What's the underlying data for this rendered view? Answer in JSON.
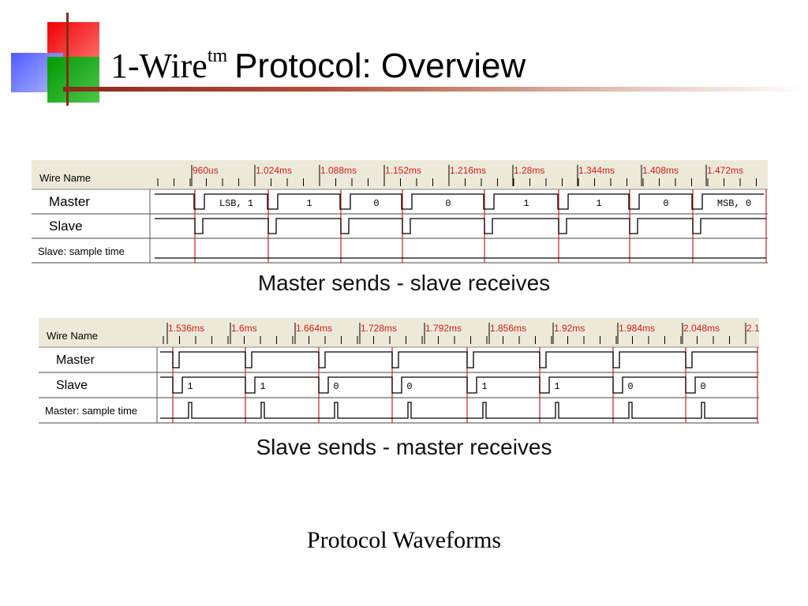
{
  "slide": {
    "title_prefix": "1-Wire",
    "title_sup": "tm",
    "title_rest": "Protocol: Overview",
    "bottom_caption": "Protocol Waveforms"
  },
  "colors": {
    "marker": "#cc2020",
    "trace": "#000000",
    "tick": "#cc2020",
    "header_bg": "#ece9d8"
  },
  "panels": [
    {
      "caption": "Master sends - slave receives",
      "header_label": "Wire Name",
      "time_labels": [
        "960us",
        "1.024ms",
        "1.088ms",
        "1.152ms",
        "1.216ms",
        "1.28ms",
        "1.344ms",
        "1.408ms",
        "1.472ms"
      ],
      "signals": [
        {
          "name": "Master",
          "data_labels": [
            "LSB, 1",
            "1",
            "0",
            "0",
            "1",
            "1",
            "0",
            "MSB, 0"
          ]
        },
        {
          "name": "Slave",
          "data_labels": []
        },
        {
          "name": "Slave: sample time",
          "data_labels": []
        }
      ]
    },
    {
      "caption": "Slave sends - master receives",
      "header_label": "Wire Name",
      "time_labels": [
        "1.536ms",
        "1.6ms",
        "1.664ms",
        "1.728ms",
        "1.792ms",
        "1.856ms",
        "1.92ms",
        "1.984ms",
        "2.048ms",
        "2.1"
      ],
      "signals": [
        {
          "name": "Master",
          "data_labels": []
        },
        {
          "name": "Slave",
          "data_labels": [
            "1",
            "1",
            "0",
            "0",
            "1",
            "1",
            "0",
            "0"
          ]
        },
        {
          "name": "Master: sample time",
          "data_labels": []
        }
      ]
    }
  ]
}
